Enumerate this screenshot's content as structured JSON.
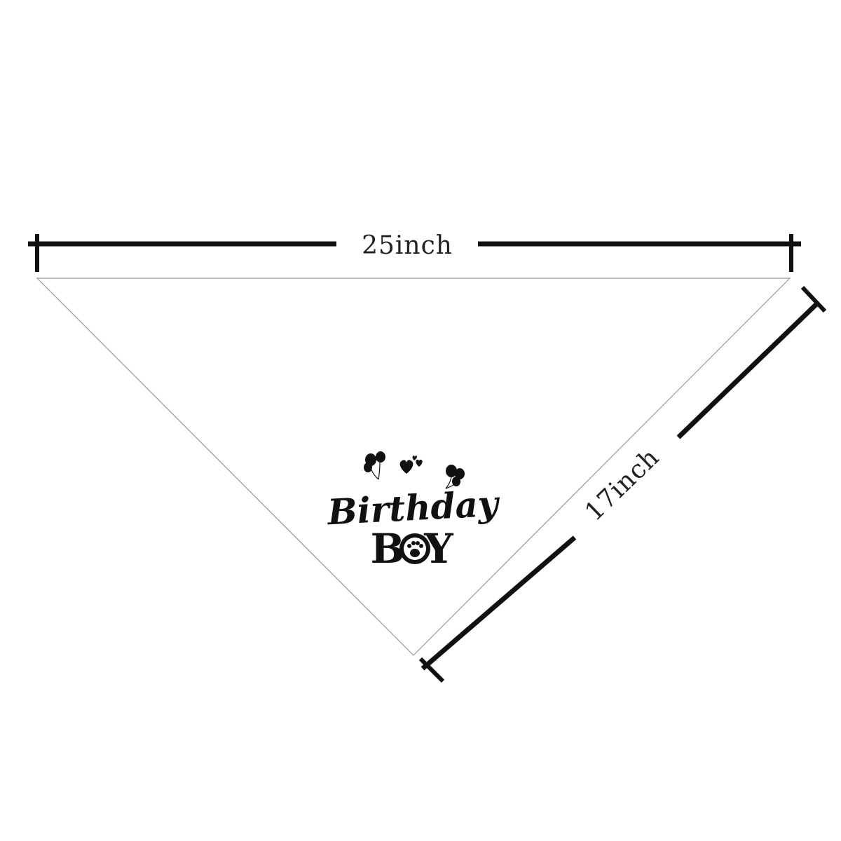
{
  "dimensions": {
    "width_label": "25inch",
    "side_label": "17inch"
  },
  "logo": {
    "line1": "Birthday",
    "line2_left": "B",
    "line2_right": "Y"
  },
  "colors": {
    "background": "#ffffff",
    "outline": "#999999",
    "ink": "#111111"
  },
  "icons": [
    "balloon-icon",
    "heart-icon",
    "paw-icon"
  ]
}
